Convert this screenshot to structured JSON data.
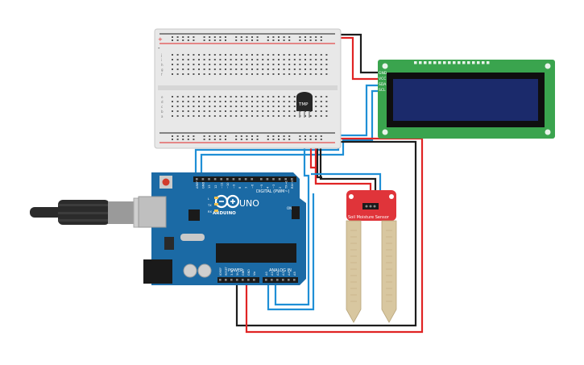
{
  "breadboard": {
    "row_letters_top": [
      "j",
      "i",
      "h",
      "g",
      "f"
    ],
    "row_letters_bottom": [
      "e",
      "d",
      "c",
      "b",
      "a"
    ],
    "rail_plus": "+",
    "rail_minus": "-"
  },
  "sensor_chip": {
    "label": "TMP"
  },
  "lcd": {
    "pins": [
      "GND",
      "VCC",
      "SDA",
      "SCL"
    ],
    "colors": {
      "board": "#3aa44e",
      "screen": "#1b2a6b",
      "bezel": "#0f0f0f"
    }
  },
  "arduino": {
    "brand": "ARDUINO",
    "model": "UNO",
    "digital_label": "DIGITAL (PWM~)",
    "power_label": "POWER",
    "analog_label": "ANALOG IN",
    "analog_pins": [
      "A0",
      "A1",
      "A2",
      "A3",
      "A4",
      "A5"
    ],
    "power_pins": [
      "IOREF",
      "RESET",
      "3.3V",
      "5V",
      "GND",
      "GND",
      "Vin"
    ],
    "digital_pins": [
      "AREF",
      "GND",
      "13",
      "12",
      "~11",
      "~10",
      "~9",
      "8",
      "7",
      "~6",
      "~5",
      "4",
      "~3",
      "2",
      "TX→1",
      "RX←0"
    ],
    "led_labels": [
      "L",
      "TX",
      "RX"
    ],
    "on_label": "ON",
    "colors": {
      "board": "#1b6aa5",
      "header": "#1a1a1a"
    }
  },
  "moisture_sensor": {
    "label": "Soil Moisture Sensor",
    "colors": {
      "board": "#e0343a",
      "probe": "#d8c7a0"
    }
  },
  "usb_cable": {
    "colors": {
      "plug": "#cfcfcf",
      "body": "#2b2b2b"
    }
  },
  "wires": {
    "colors": {
      "red": "#e02424",
      "black": "#1d1d1d",
      "blue": "#1f8fd6"
    }
  }
}
